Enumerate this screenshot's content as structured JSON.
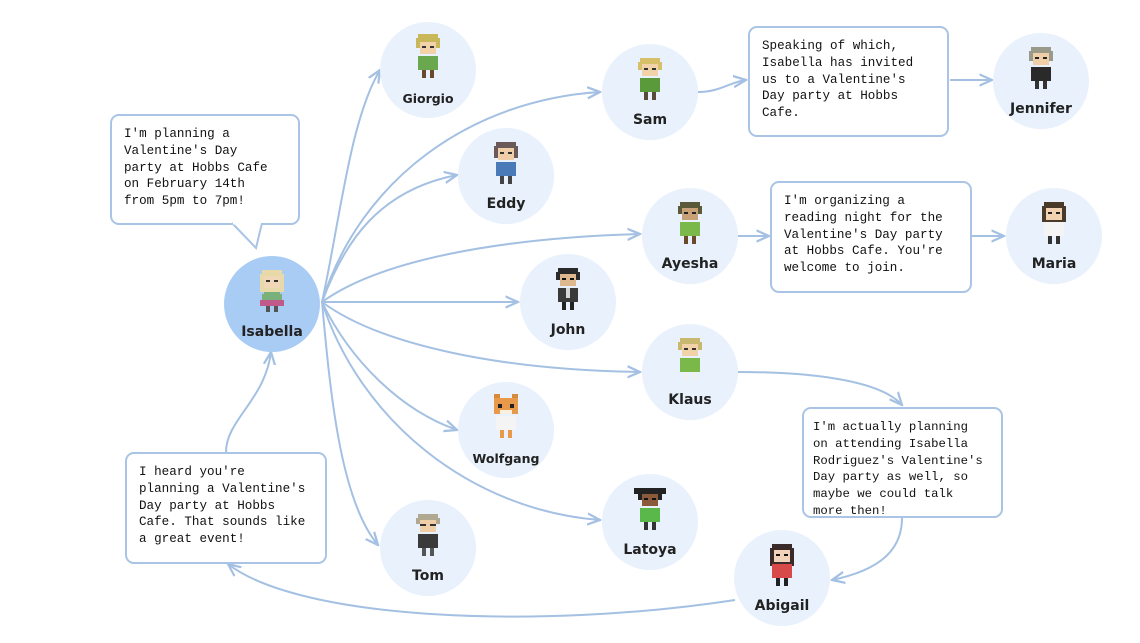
{
  "colors": {
    "edge": "#a4c0e2",
    "node_bg": "#e8f1fc",
    "main_node_bg": "#a9ccf5",
    "bubble_border": "#a9c4e4"
  },
  "nodes": {
    "isabella": "Isabella",
    "giorgio": "Giorgio",
    "eddy": "Eddy",
    "sam": "Sam",
    "jennifer": "Jennifer",
    "ayesha": "Ayesha",
    "maria": "Maria",
    "john": "John",
    "klaus": "Klaus",
    "wolfgang": "Wolfgang",
    "latoya": "Latoya",
    "tom": "Tom",
    "abigail": "Abigail"
  },
  "messages": {
    "isabella": "I'm planning a\nValentine's Day\nparty at Hobbs Cafe\non February 14th\nfrom 5pm to 7pm!",
    "sam": "Speaking of which,\nIsabella has invited\nus to a Valentine's\nDay party at Hobbs\nCafe.",
    "ayesha": "I'm organizing a\nreading night for the\nValentine's Day party\nat Hobbs Cafe. You're\nwelcome to join.",
    "klaus": "I'm actually planning\non attending Isabella\nRodriguez's Valentine's\nDay party as well, so\nmaybe we could talk\nmore then!",
    "abigail": "I heard you're\nplanning a Valentine's\nDay party at Hobbs\nCafe. That sounds like\na great event!"
  }
}
